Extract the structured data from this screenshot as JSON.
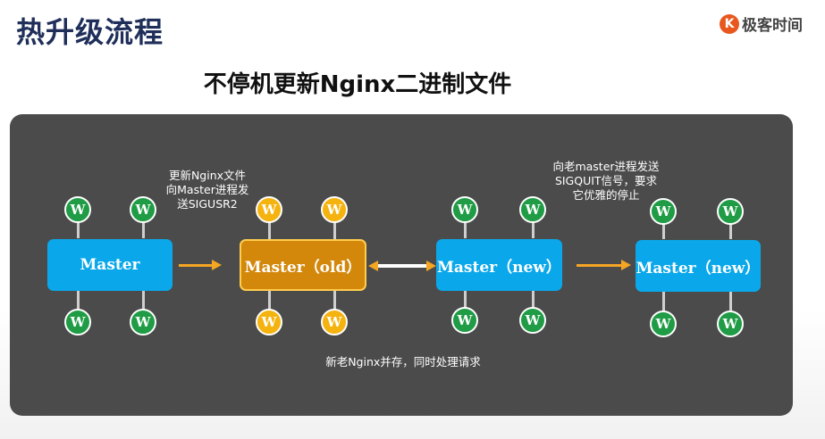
{
  "slide": {
    "title": "热升级流程",
    "subtitle": "不停机更新Nginx二进制文件",
    "brand": {
      "mark": "K",
      "name": "极客时间",
      "color": "#e8571e"
    }
  },
  "diagram": {
    "worker_label": "W",
    "masters": [
      {
        "label": "Master",
        "color": "#0aa8ea",
        "worker_color": "#1f9c45"
      },
      {
        "label": "Master（old）",
        "color": "#d3880c",
        "worker_color": "#f5b30f"
      },
      {
        "label": "Master（new）",
        "color": "#0aa8ea",
        "worker_color": "#1f9c45"
      },
      {
        "label": "Master（new）",
        "color": "#0aa8ea",
        "worker_color": "#1f9c45"
      }
    ],
    "notes": {
      "step1": [
        "更新Nginx文件",
        "向Master进程发",
        "送SIGUSR2"
      ],
      "step3": [
        "向老master进程发送",
        "SIGQUIT信号，要求",
        "它优雅的停止"
      ],
      "coexist": "新老Nginx并存，同时处理请求"
    },
    "arrow_color": "#f5a623"
  }
}
